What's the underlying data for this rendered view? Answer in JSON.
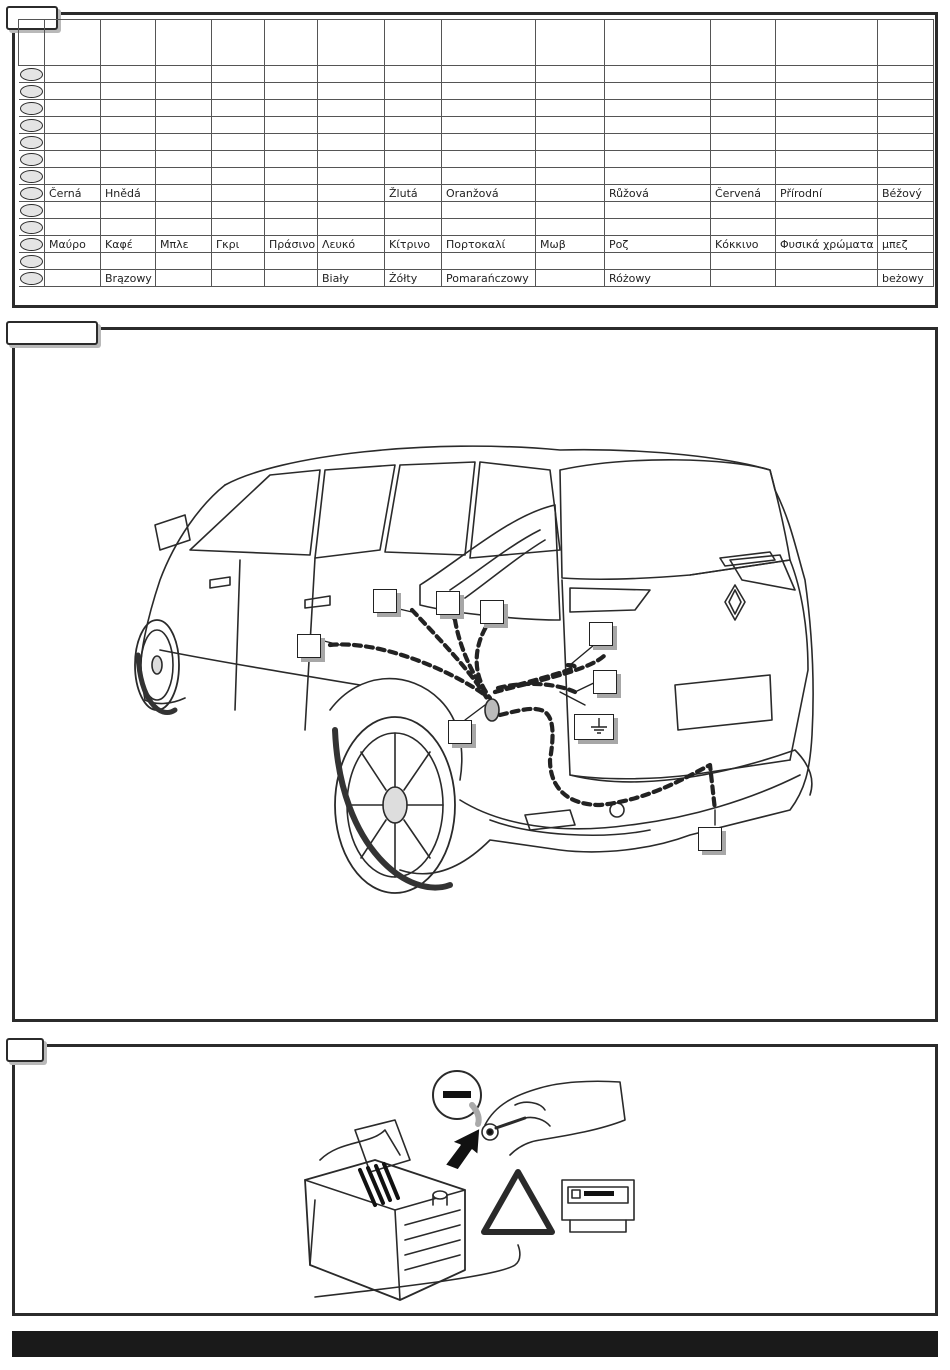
{
  "color_table": {
    "rows": [
      {
        "cells": [
          "",
          "",
          "",
          "",
          "",
          "",
          "",
          "",
          "",
          "",
          "",
          "",
          ""
        ]
      },
      {
        "cells": [
          "",
          "",
          "",
          "",
          "",
          "",
          "",
          "",
          "",
          "",
          "",
          "",
          ""
        ]
      },
      {
        "cells": [
          "",
          "",
          "",
          "",
          "",
          "",
          "",
          "",
          "",
          "",
          "",
          "",
          ""
        ]
      },
      {
        "cells": [
          "",
          "",
          "",
          "",
          "",
          "",
          "",
          "",
          "",
          "",
          "",
          "",
          ""
        ]
      },
      {
        "cells": [
          "",
          "",
          "",
          "",
          "",
          "",
          "",
          "",
          "",
          "",
          "",
          "",
          ""
        ]
      },
      {
        "cells": [
          "",
          "",
          "",
          "",
          "",
          "",
          "",
          "",
          "",
          "",
          "",
          "",
          ""
        ]
      },
      {
        "cells": [
          "",
          "",
          "",
          "",
          "",
          "",
          "",
          "",
          "",
          "",
          "",
          "",
          ""
        ]
      },
      {
        "cells": [
          "Černá",
          "Hnědá",
          "",
          "",
          "",
          "",
          "Žlutá",
          "Oranžová",
          "",
          "Růžová",
          "Červená",
          "Přírodní",
          "Béžový"
        ]
      },
      {
        "cells": [
          "",
          "",
          "",
          "",
          "",
          "",
          "",
          "",
          "",
          "",
          "",
          "",
          ""
        ]
      },
      {
        "cells": [
          "",
          "",
          "",
          "",
          "",
          "",
          "",
          "",
          "",
          "",
          "",
          "",
          ""
        ]
      },
      {
        "cells": [
          "Μαύρο",
          "Καφέ",
          "Μπλε",
          "Γκρι",
          "Πράσινο",
          "Λευκό",
          "Κίτρινο",
          "Πορτοκαλί",
          "Μωβ",
          "Ροζ",
          "Κόκκινο",
          "Φυσικά χρώματα",
          "μπεζ"
        ]
      },
      {
        "cells": [
          "",
          "",
          "",
          "",
          "",
          "",
          "",
          "",
          "",
          "",
          "",
          "",
          ""
        ]
      },
      {
        "cells": [
          "",
          "Brązowy",
          "",
          "",
          "",
          "Biały",
          "Żółty",
          "Pomarańczowy",
          "",
          "Różowy",
          "",
          "",
          "beżowy"
        ]
      }
    ]
  },
  "car_diagram": {
    "brand": "renault",
    "ground_symbol": "ground-icon"
  },
  "battery_diagram": {
    "minus_symbol": "minus-sign-icon",
    "warning_symbol": "warning-triangle-icon",
    "radio_symbol": "radio-unit-icon"
  }
}
